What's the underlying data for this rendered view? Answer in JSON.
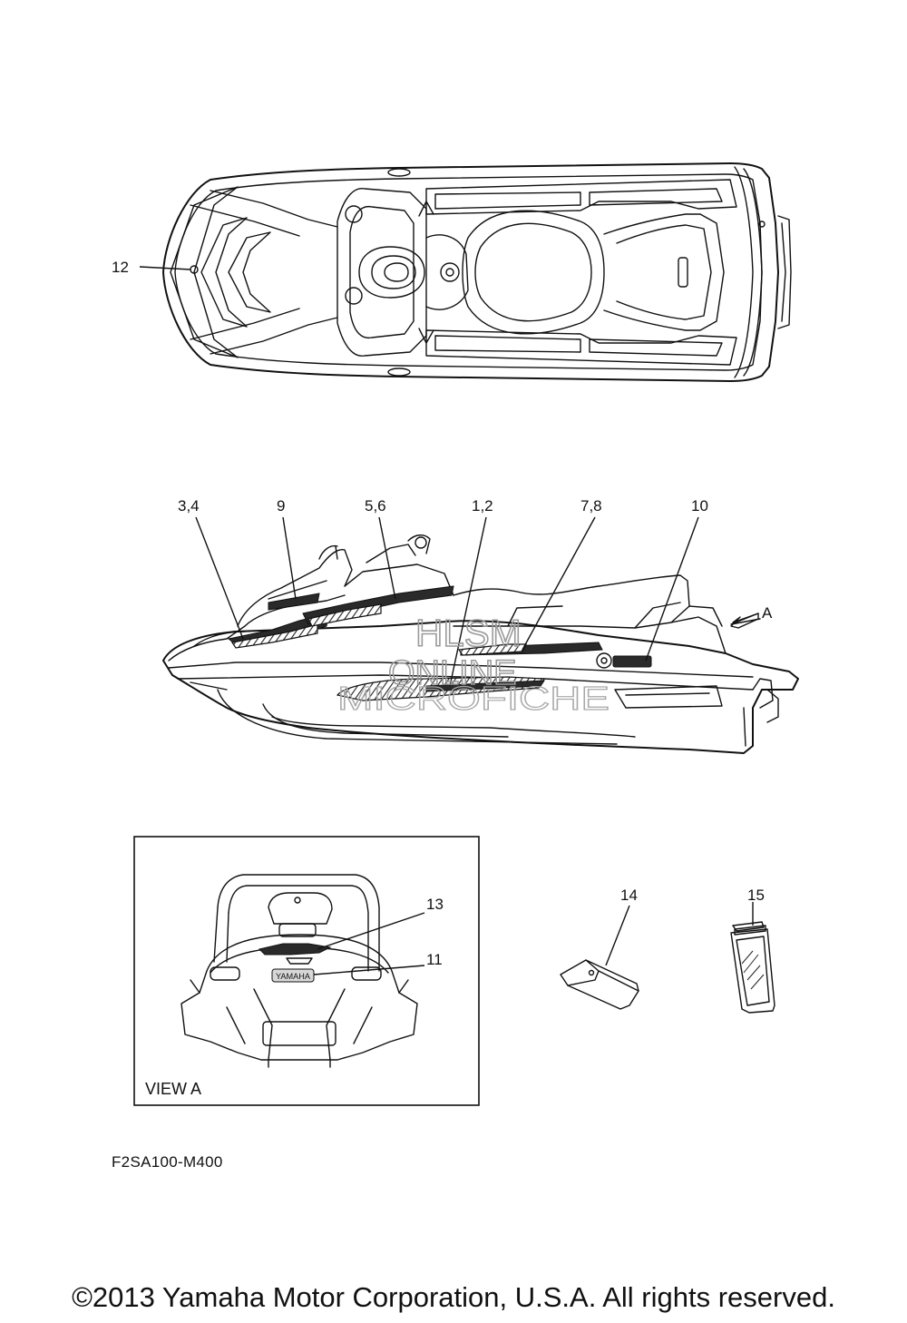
{
  "callouts": {
    "c12": "12",
    "c34": "3,4",
    "c9": "9",
    "c56": "5,6",
    "c12b": "1,2",
    "c78": "7,8",
    "c10": "10",
    "cA": "A",
    "c13": "13",
    "c11": "11",
    "c14": "14",
    "c15": "15"
  },
  "view_label": "VIEW A",
  "part_code": "F2SA100-M400",
  "watermark": {
    "line1": "HLSM",
    "line2": "ONLINE",
    "line3": "MICROFICHE"
  },
  "decal_text": {
    "brand": "YAMAHA"
  },
  "copyright": "©2013 Yamaha Motor Corporation, U.S.A. All rights reserved."
}
